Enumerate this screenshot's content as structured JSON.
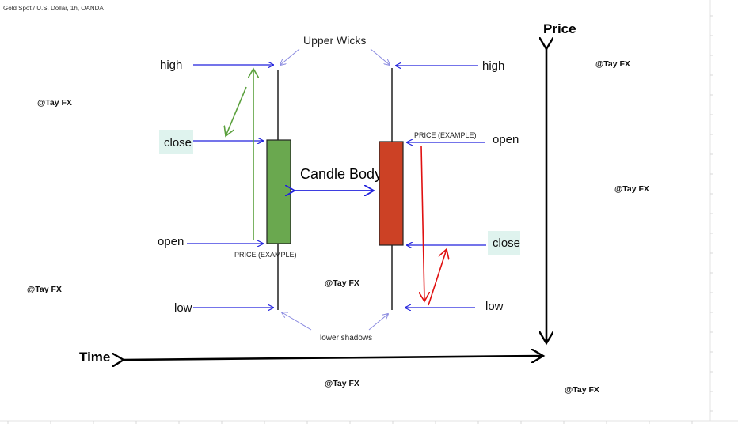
{
  "header": {
    "symbol": "Gold Spot / U.S. Dollar, 1h, OANDA"
  },
  "axes": {
    "price_label": "Price",
    "time_label": "Time"
  },
  "bullish": {
    "high_label": "high",
    "close_label": "close",
    "open_label": "open",
    "low_label": "low",
    "price_example": "PRICE (EXAMPLE)",
    "body_color": "#6aa84f"
  },
  "bearish": {
    "high_label": "high",
    "open_label": "open",
    "close_label": "close",
    "low_label": "low",
    "price_example": "PRICE (EXAMPLE)",
    "body_color": "#cc4125"
  },
  "annotations": {
    "upper_wicks": "Upper Wicks",
    "candle_body": "Candle Body",
    "lower_shadows": "lower shadows"
  },
  "watermarks": [
    "@Tay FX",
    "@Tay FX",
    "@Tay FX",
    "@Tay FX",
    "@Tay FX",
    "@Tay FX",
    "@Tay FX"
  ],
  "colors": {
    "pointer_arrow": "#2222dd",
    "green_arrow": "#5aa03c",
    "red_arrow": "#e01010",
    "label_highlight": "#dff3ee"
  }
}
